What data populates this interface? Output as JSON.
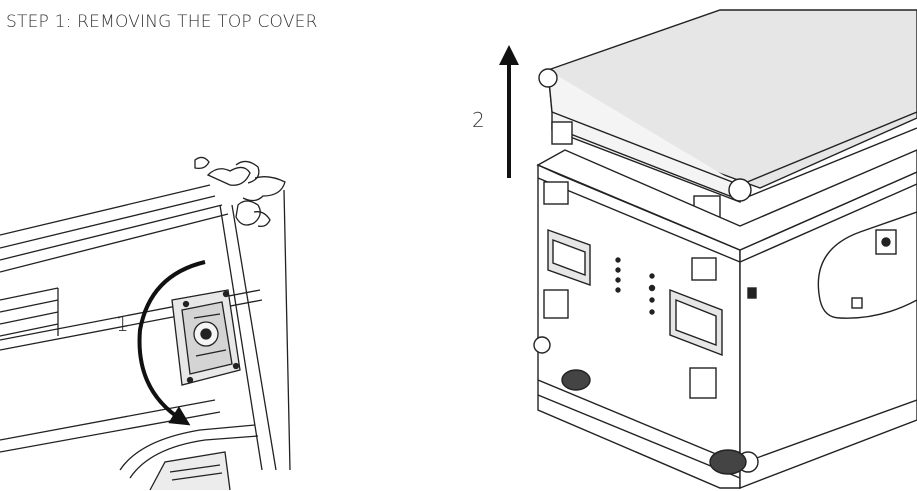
{
  "title": "STEP 1: REMOVING THE TOP COVER",
  "steps": [
    {
      "number": "1"
    },
    {
      "number": "2"
    }
  ],
  "colors": {
    "line": "#222222",
    "panel_fill": "#e6e6e6",
    "text": "#333333"
  }
}
